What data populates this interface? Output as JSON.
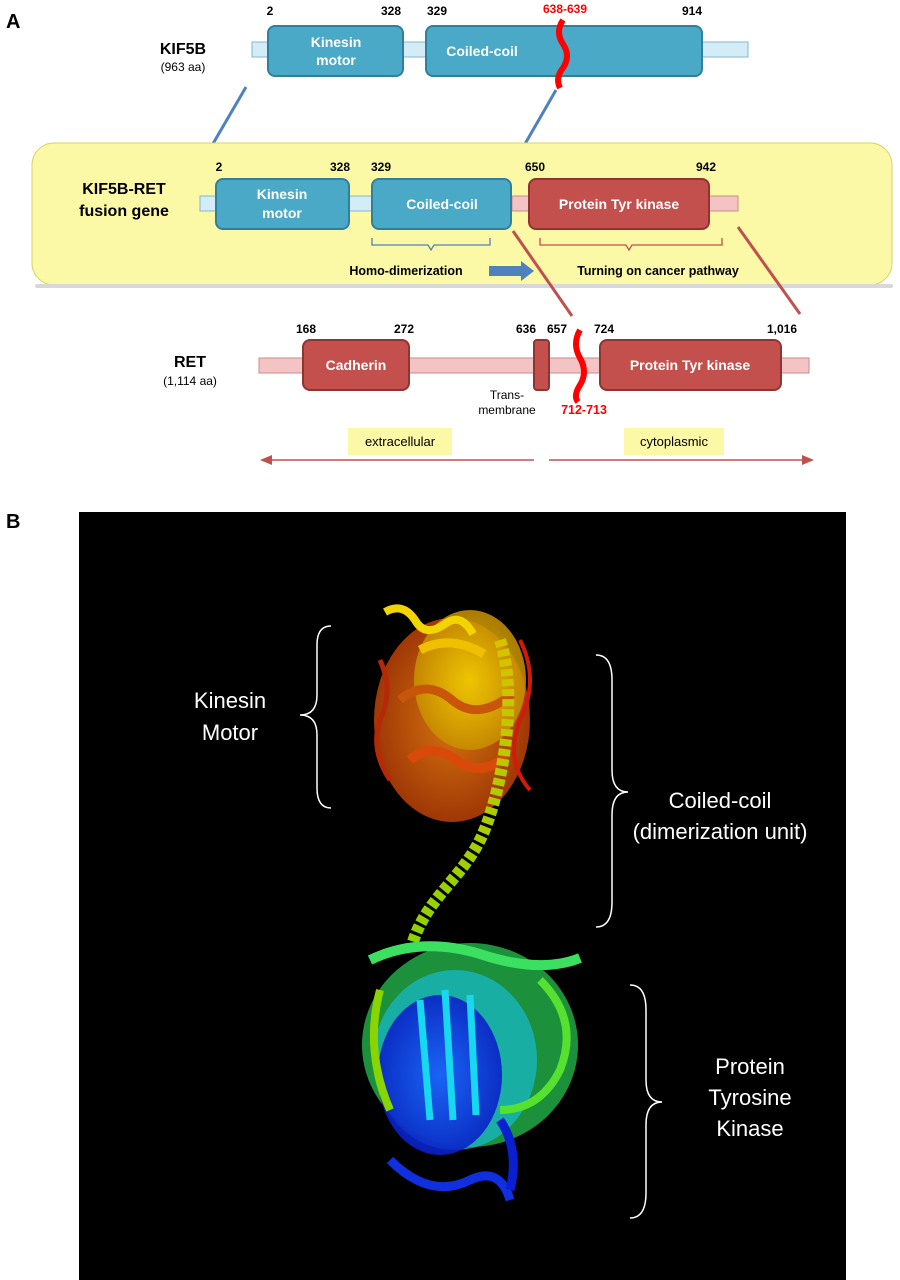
{
  "panel_a": {
    "label": "A",
    "kif5b": {
      "name": "KIF5B",
      "length": "(963 aa)",
      "pos_2": "2",
      "pos_328": "328",
      "pos_329": "329",
      "pos_914": "914",
      "break": "638-639",
      "domain_motor_1": "Kinesin",
      "domain_motor_2": "motor",
      "domain_coil": "Coiled-coil"
    },
    "fusion": {
      "name_1": "KIF5B-RET",
      "name_2": "fusion gene",
      "pos_2": "2",
      "pos_328": "328",
      "pos_329": "329",
      "pos_650": "650",
      "pos_942": "942",
      "domain_motor_1": "Kinesin",
      "domain_motor_2": "motor",
      "domain_coil": "Coiled-coil",
      "domain_kinase": "Protein Tyr kinase",
      "homo": "Homo-dimerization",
      "cancer": "Turning on cancer pathway"
    },
    "ret": {
      "name": "RET",
      "length": "(1,114 aa)",
      "pos_168": "168",
      "pos_272": "272",
      "pos_636": "636",
      "pos_657": "657",
      "pos_724": "724",
      "pos_1016": "1,016",
      "break": "712-713",
      "domain_cadherin": "Cadherin",
      "domain_kinase": "Protein Tyr kinase",
      "tm_1": "Trans-",
      "tm_2": "membrane",
      "extracellular": "extracellular",
      "cytoplasmic": "cytoplasmic"
    },
    "colors": {
      "kif_domain": "#4aa9c6",
      "kif_backbone": "#d4ecf5",
      "ret_domain": "#c4504d",
      "ret_backbone": "#f3c4c3",
      "highlight": "#fbf8a6",
      "break": "#ff0000",
      "connector_blue": "#4f81bd",
      "connector_red": "#c0504d"
    }
  },
  "panel_b": {
    "label": "B",
    "motor_1": "Kinesin",
    "motor_2": "Motor",
    "coil_1": "Coiled-coil",
    "coil_2": "(dimerization unit)",
    "kinase_1": "Protein",
    "kinase_2": "Tyrosine",
    "kinase_3": "Kinase"
  }
}
